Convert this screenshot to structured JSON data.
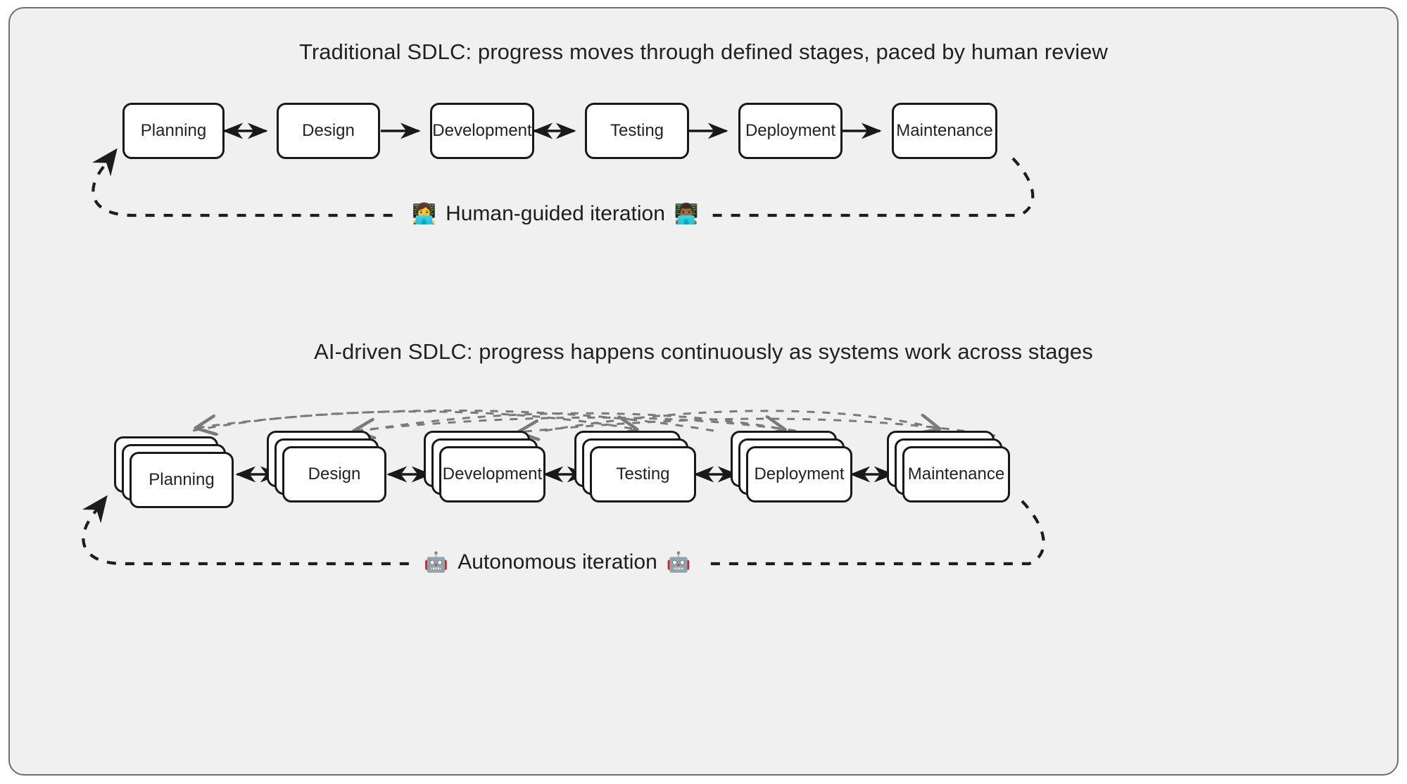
{
  "canvas": {
    "background": "#f0f0f0",
    "border_color": "#6f6f6f"
  },
  "sections": [
    {
      "id": "traditional",
      "title": "Traditional SDLC: progress moves through defined stages, paced by human review",
      "stages": [
        "Planning",
        "Design",
        "Development",
        "Testing",
        "Deployment",
        "Maintenance"
      ],
      "connectors": [
        "bidirectional",
        "unidirectional",
        "bidirectional",
        "unidirectional",
        "unidirectional"
      ],
      "loop": {
        "caption": "Human-guided iteration",
        "emoji_left": "👩‍💻",
        "emoji_right": "👨🏾‍💻",
        "style": "dashed",
        "color": "#1d1d1d"
      }
    },
    {
      "id": "ai-driven",
      "title": "AI-driven SDLC: progress happens continuously as systems work across stages",
      "stages": [
        "Planning",
        "Design",
        "Development",
        "Testing",
        "Deployment",
        "Maintenance"
      ],
      "connectors": [
        "bidirectional",
        "bidirectional",
        "bidirectional",
        "bidirectional",
        "bidirectional"
      ],
      "stack_depth": 3,
      "parallel_arcs": {
        "color": "#7a7a7a",
        "style": "dashed",
        "count": 6
      },
      "loop": {
        "caption": "Autonomous iteration",
        "emoji_left": "🤖",
        "emoji_right": "🤖",
        "style": "dashed",
        "color": "#1d1d1d"
      }
    }
  ]
}
